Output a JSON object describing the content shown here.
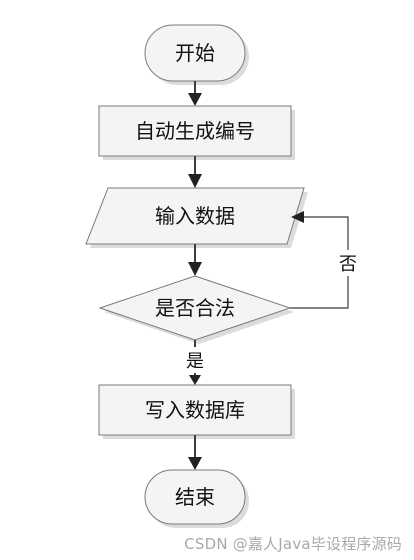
{
  "nodes": {
    "start": {
      "text": "开始",
      "shape": "terminal"
    },
    "auto_number": {
      "text": "自动生成编号",
      "shape": "process"
    },
    "input_data": {
      "text": "输入数据",
      "shape": "data"
    },
    "check_valid": {
      "text": "是否合法",
      "shape": "decision"
    },
    "write_db": {
      "text": "写入数据库",
      "shape": "process"
    },
    "end": {
      "text": "结束",
      "shape": "terminal"
    }
  },
  "edges": {
    "yes_label": "是",
    "no_label": "否"
  },
  "watermark": "CSDN @嘉人Java毕设程序源码",
  "colors": {
    "node_fill": "#f4f4f4",
    "node_border": "#7a7a7a",
    "edge": "#3c3c3c",
    "watermark": "#a9a9a9"
  }
}
